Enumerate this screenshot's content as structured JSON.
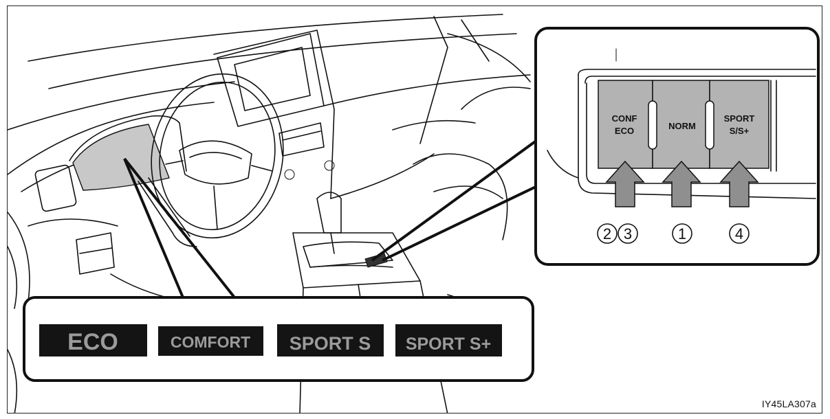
{
  "figure_code": "IY45LA307a",
  "display_modes": [
    {
      "label": "ECO"
    },
    {
      "label": "COMFORT"
    },
    {
      "label": "SPORT S"
    },
    {
      "label": "SPORT S+"
    }
  ],
  "switch_buttons": [
    {
      "line1": "CONF",
      "line2": "ECO"
    },
    {
      "line1": "NORM",
      "line2": ""
    },
    {
      "line1": "SPORT",
      "line2": "S/S+"
    }
  ],
  "markers": [
    "2",
    "3",
    "1",
    "4"
  ],
  "colors": {
    "button_fill": "#b3b3b3",
    "arrow_fill": "#8f8f8f",
    "display_bg": "#141414",
    "display_text": "#9b9b9b",
    "line": "#111111"
  }
}
